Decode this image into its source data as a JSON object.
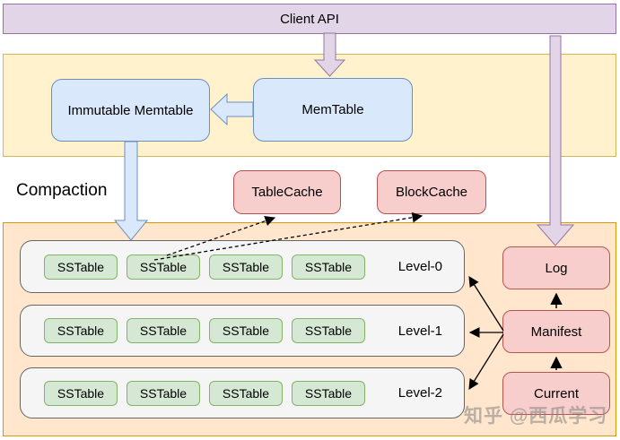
{
  "title_bar": {
    "label": "Client API"
  },
  "memory": {
    "immutable_memtable": "Immutable Memtable",
    "memtable": "MemTable"
  },
  "compaction_label": "Compaction",
  "caches": {
    "table_cache": "TableCache",
    "block_cache": "BlockCache"
  },
  "levels": [
    {
      "label": "Level-0",
      "sstables": [
        "SSTable",
        "SSTable",
        "SSTable",
        "SSTable"
      ]
    },
    {
      "label": "Level-1",
      "sstables": [
        "SSTable",
        "SSTable",
        "SSTable",
        "SSTable"
      ]
    },
    {
      "label": "Level-2",
      "sstables": [
        "SSTable",
        "SSTable",
        "SSTable",
        "SSTable"
      ]
    }
  ],
  "files": {
    "log": "Log",
    "manifest": "Manifest",
    "current": "Current"
  },
  "watermark": "知乎 @西瓜学习",
  "colors": {
    "client_api_fill": "#e1d5e7",
    "client_api_border": "#9673a6",
    "memory_band_fill": "#fff2cc",
    "memory_band_border": "#d6b656",
    "disk_band_fill": "#ffe6cc",
    "disk_band_border": "#d79b00",
    "memtable_fill": "#dae8fc",
    "memtable_border": "#6c8ebf",
    "cache_fill": "#f8cecc",
    "cache_border": "#b85450",
    "sstable_fill": "#d5e8d4",
    "sstable_border": "#82b366",
    "level_row_fill": "#f5f5f5",
    "level_row_border": "#666666",
    "arrow_color": "#000000"
  }
}
